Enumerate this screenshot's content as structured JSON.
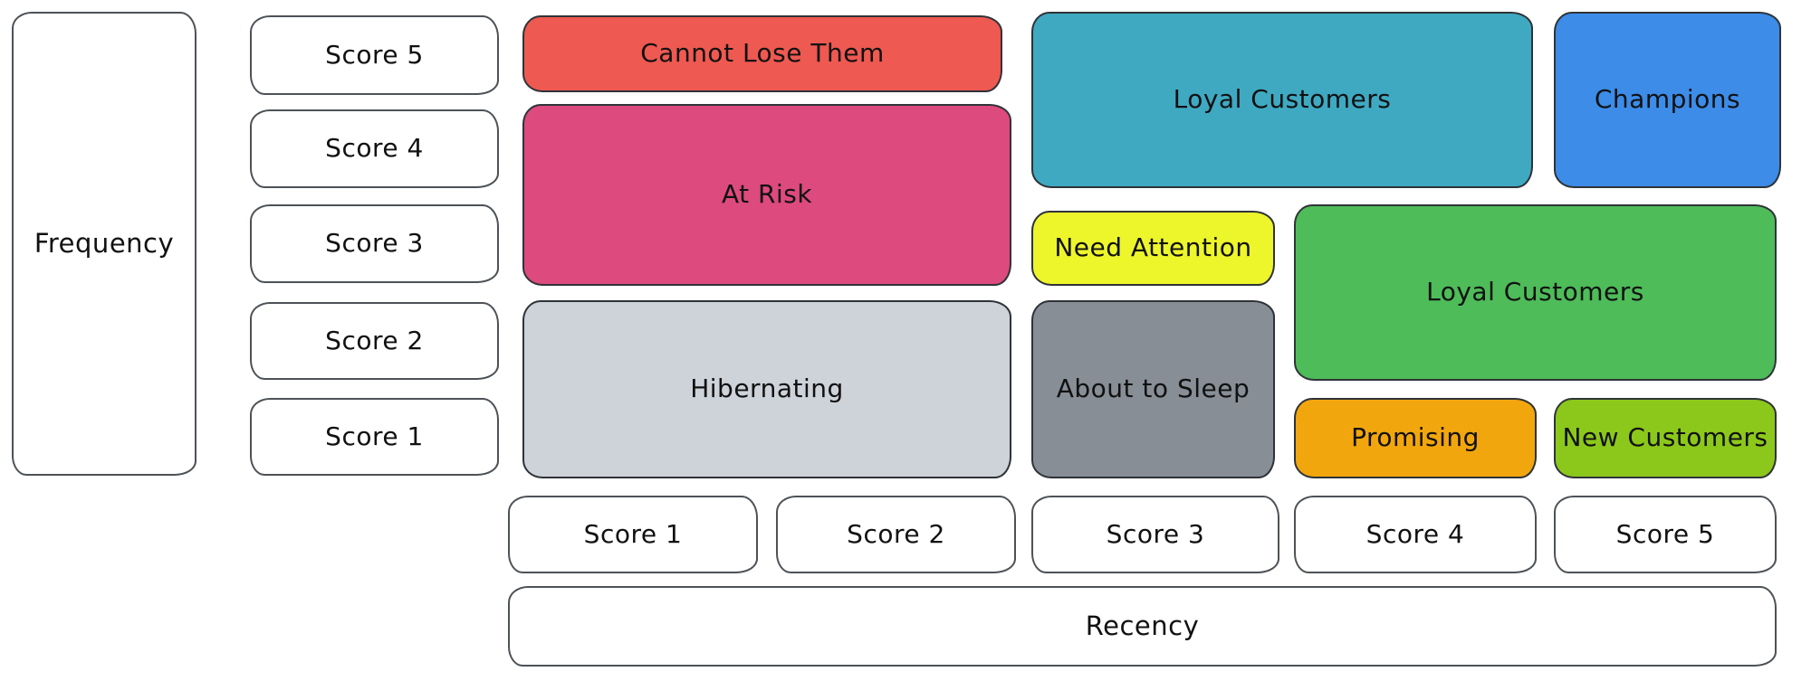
{
  "axes": {
    "frequency": {
      "label": "Frequency",
      "scores": [
        "Score 5",
        "Score 4",
        "Score 3",
        "Score 2",
        "Score 1"
      ]
    },
    "recency": {
      "label": "Recency",
      "scores": [
        "Score 1",
        "Score 2",
        "Score 3",
        "Score 4",
        "Score 5"
      ]
    }
  },
  "segments": [
    {
      "label": "Cannot Lose Them",
      "color": "#ee5951"
    },
    {
      "label": "At Risk",
      "color": "#dd4a7d"
    },
    {
      "label": "Hibernating",
      "color": "#ced2d9"
    },
    {
      "label": "Loyal Customers",
      "color": "#3fa9c2"
    },
    {
      "label": "Champions",
      "color": "#3c8ce8"
    },
    {
      "label": "Need Attention",
      "color": "#edf52b"
    },
    {
      "label": "About to Sleep",
      "color": "#878e96"
    },
    {
      "label": "Loyal Customers",
      "color": "#4ebc59"
    },
    {
      "label": "Promising",
      "color": "#f2a60d"
    },
    {
      "label": "New Customers",
      "color": "#8cc81b"
    }
  ],
  "colors": {
    "segment_stroke": "#2f3338",
    "axis_stroke": "#4d5257",
    "text": "#111111",
    "background": "#ffffff"
  }
}
